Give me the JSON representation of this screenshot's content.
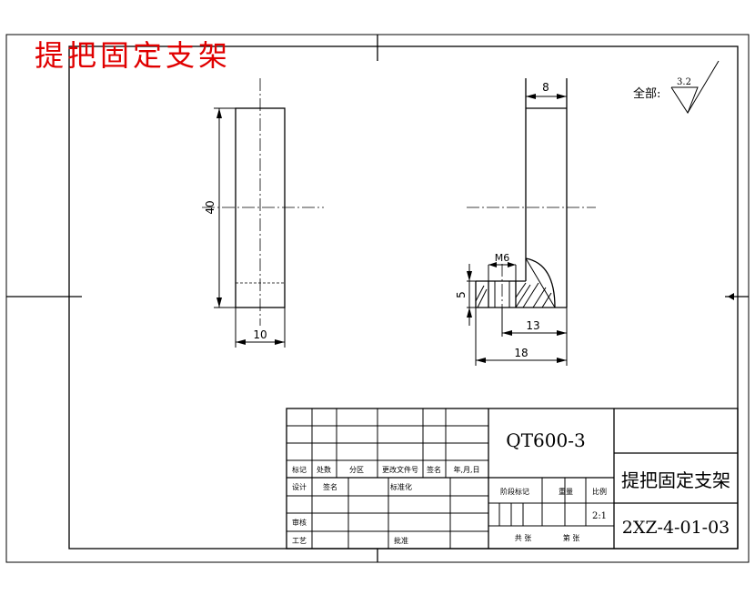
{
  "title_overlay": "提把固定支架",
  "dimensions": {
    "side_height": "40",
    "side_width": "10",
    "top_width": "8",
    "thread": "M6",
    "step_height": "5",
    "inner_width": "13",
    "base_width": "18"
  },
  "surface_finish": {
    "label": "全部:",
    "value": "3.2"
  },
  "title_block": {
    "material": "QT600-3",
    "part_name": "提把固定支架",
    "drawing_number": "2XZ-4-01-03",
    "scale": "2:1",
    "labels": {
      "mark": "标记",
      "count": "处数",
      "zone": "分区",
      "change_doc": "更改文件号",
      "signature": "签名",
      "date": "年,月,日",
      "design": "设计",
      "signature2": "签名",
      "standardization": "标准化",
      "stage_mark": "阶段标记",
      "weight": "重量",
      "scale_label": "比例",
      "review": "审核",
      "process": "工艺",
      "approve": "批准",
      "total": "共 张",
      "sheet": "第 张"
    }
  }
}
